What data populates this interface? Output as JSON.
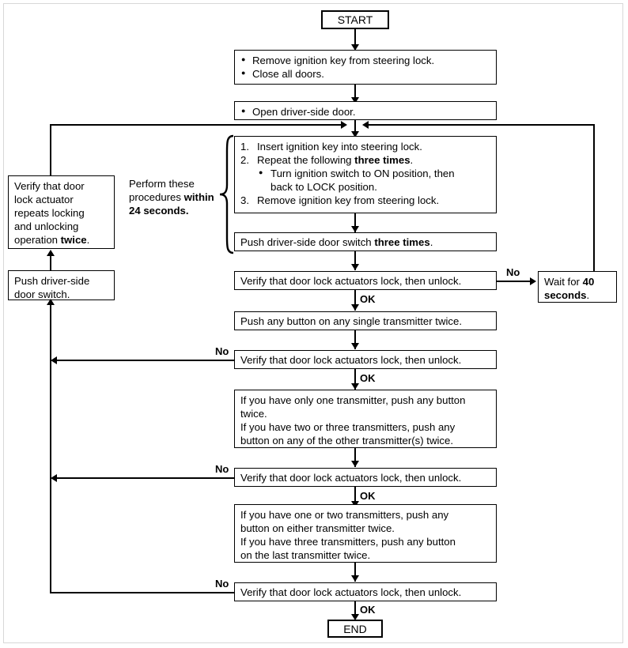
{
  "diagram": {
    "title": "Keyless entry transmitter programming procedure flowchart",
    "start_label": "START",
    "end_label": "END",
    "ok_label": "OK",
    "no_label": "No",
    "note": {
      "line1": "Perform these",
      "line2_plain": "procedures ",
      "line2_bold": "within",
      "line3_bold": "24 seconds."
    },
    "steps": {
      "prep": {
        "item1": "Remove ignition key from steering lock.",
        "item2": "Close all doors."
      },
      "open_door": "Open driver-side door.",
      "key_cycle": {
        "n1": "1.",
        "item1": "Insert ignition key into steering lock.",
        "n2": "2.",
        "item2_plain": "Repeat the following ",
        "item2_bold": "three times",
        "item2_end": ".",
        "sub1_a": "Turn ignition switch to ON position, then",
        "sub1_b": "back to LOCK position.",
        "n3": "3.",
        "item3": "Remove ignition key from steering lock."
      },
      "push_switch_three": {
        "plain": "Push driver-side door switch ",
        "bold": "three times",
        "end": "."
      },
      "verify1": "Verify that door lock actuators lock, then unlock.",
      "wait40": {
        "plain": "Wait for ",
        "bold": "40",
        "bold2": "seconds",
        "end": "."
      },
      "push_single": "Push any button on any single transmitter twice.",
      "verify2": "Verify that door lock actuators lock, then unlock.",
      "transmitter_a": {
        "line1": "If you have only one transmitter, push any button",
        "line2": "twice.",
        "line3": "If you have two or three transmitters, push any",
        "line4": "button on any of the other transmitter(s) twice."
      },
      "verify3": "Verify that door lock actuators lock, then unlock.",
      "transmitter_b": {
        "line1": "If you have one or two transmitters, push any",
        "line2": "button on either transmitter twice.",
        "line3": "If you have three transmitters, push any button",
        "line4": "on the last transmitter twice."
      },
      "verify4": "Verify that door lock actuators lock, then unlock."
    },
    "left_boxes": {
      "verify_actuator": {
        "line1": "Verify that door",
        "line2": "lock actuator",
        "line3": "repeats locking",
        "line4": "and unlocking",
        "line5_plain": "operation ",
        "line5_bold": "twice",
        "line5_end": "."
      },
      "push_switch": {
        "line1": "Push driver-side",
        "line2": "door switch."
      }
    }
  }
}
